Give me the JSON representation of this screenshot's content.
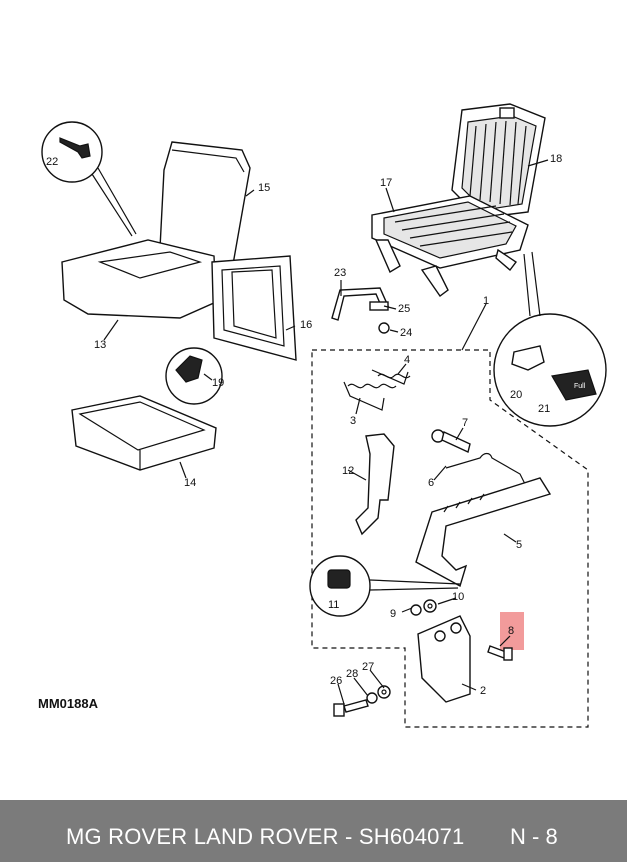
{
  "diagram": {
    "reference_code": "MM0188A",
    "callouts": {
      "c1": "1",
      "c2": "2",
      "c3": "3",
      "c4": "4",
      "c5": "5",
      "c6": "6",
      "c7": "7",
      "c8": "8",
      "c9": "9",
      "c10": "10",
      "c11": "11",
      "c12": "12",
      "c13": "13",
      "c14": "14",
      "c15": "15",
      "c16": "16",
      "c17": "17",
      "c18": "18",
      "c19": "19",
      "c20": "20",
      "c21": "21",
      "c22": "22",
      "c23": "23",
      "c24": "24",
      "c25": "25",
      "c26": "26",
      "c27": "27",
      "c28": "28"
    },
    "knob_text": "Full",
    "highlight_color": "#f08a8a"
  },
  "footer": {
    "title": "MG ROVER LAND ROVER - SH604071",
    "page": "N - 8",
    "background": "#7b7b7b"
  }
}
